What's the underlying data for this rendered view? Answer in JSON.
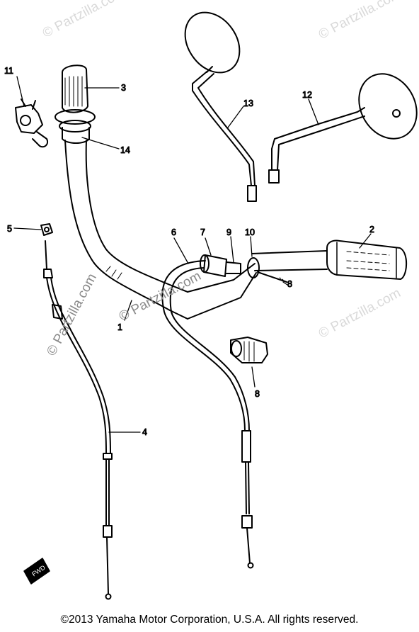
{
  "watermarks": [
    "© Partzilla.com",
    "© Partzilla.com",
    "© Partzilla.com",
    "© Partzilla.com",
    "© Partzilla.com"
  ],
  "callouts": {
    "c1": "1",
    "c2": "2",
    "c3": "3",
    "c4": "4",
    "c5": "5",
    "c6": "6",
    "c7": "7",
    "c8a": "8",
    "c8b": "8",
    "c9": "9",
    "c10": "10",
    "c11": "11",
    "c12": "12",
    "c13": "13",
    "c14": "14"
  },
  "stamp": "FWD",
  "copyright": "©2013  Yamaha Motor Corporation, U.S.A. All rights reserved.",
  "colors": {
    "line": "#000000",
    "watermark": "#d9d9d9",
    "background": "#ffffff"
  }
}
